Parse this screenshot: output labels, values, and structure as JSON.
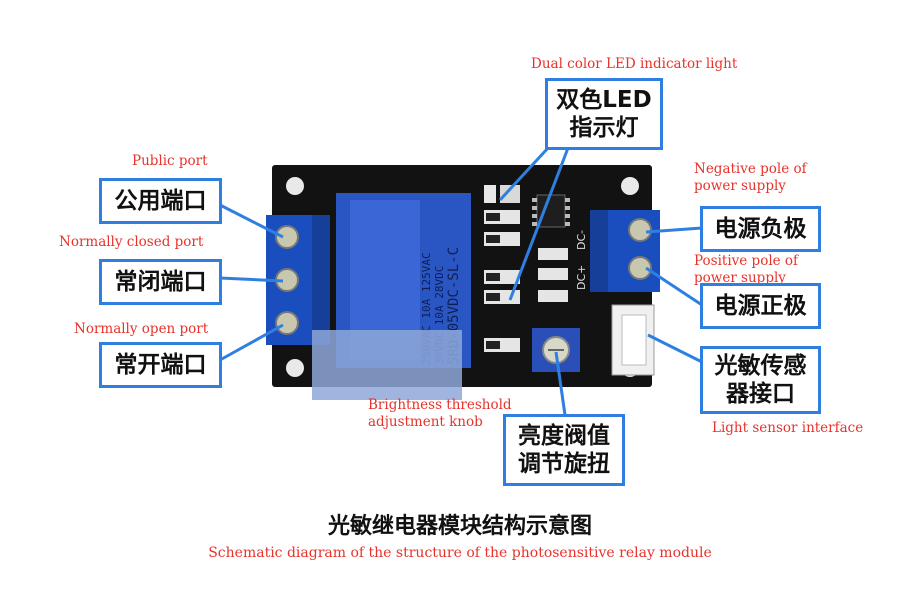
{
  "labels": {
    "public_port_cn": "公用端口",
    "public_port_en": "Public port",
    "nc_port_cn": "常闭端口",
    "nc_port_en": "Normally closed port",
    "no_port_cn": "常开端口",
    "no_port_en": "Normally open port",
    "led_cn_line1": "双色LED",
    "led_cn_line2": "指示灯",
    "led_en": "Dual color LED indicator light",
    "neg_cn": "电源负极",
    "neg_en_line1": "Negative pole of",
    "neg_en_line2": "power supply",
    "pos_cn": "电源正极",
    "pos_en_line1": "Positive pole of",
    "pos_en_line2": "power supply",
    "sensor_cn_line1": "光敏传感",
    "sensor_cn_line2": "器接口",
    "sensor_en": "Light sensor interface",
    "knob_cn_line1": "亮度阀值",
    "knob_cn_line2": "调节旋扭",
    "knob_en_line1": "Brightness threshold",
    "knob_en_line2": "adjustment knob"
  },
  "board": {
    "relay_text_line1": "250VAC 10A 125VAC",
    "relay_text_line2": "30VDC 10A 28VDC",
    "relay_text_line3": "SRD-05VDC-SL-C",
    "dc_minus": "DC-",
    "dc_plus": "DC+"
  },
  "title_cn": "光敏继电器模块结构示意图",
  "title_en": "Schematic diagram of the structure of the photosensitive relay module",
  "colors": {
    "box_border": "#2f7fe0",
    "english_text": "#e8322b",
    "pcb": "#121212",
    "terminal": "#1c4fbf",
    "relay": "#2a56c4"
  }
}
